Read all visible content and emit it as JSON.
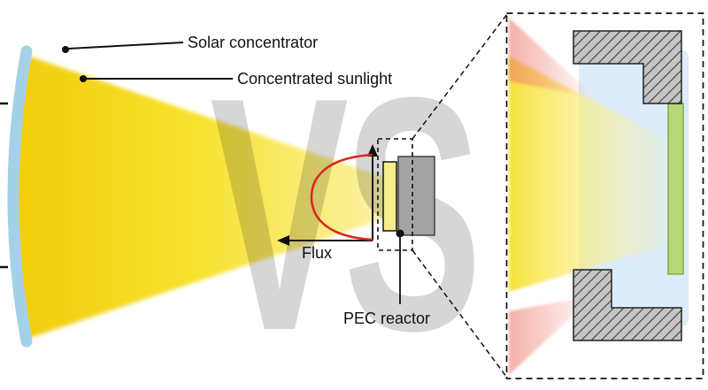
{
  "figure": {
    "labels": {
      "solar_concentrator": "Solar concentrator",
      "concentrated_sunlight": "Concentrated sunlight",
      "flux": "Flux",
      "pec_reactor": "PEC reactor"
    },
    "watermark": "VS",
    "colors": {
      "concentrator_blue": "#a5d1e8",
      "sunlight_deep": "#f2cd0e",
      "sunlight_bright": "#f7e22f",
      "sunlight_pale": "#fbf2a6",
      "flux_curve_red": "#d8281e",
      "axis_black": "#111111",
      "reactor_body_gray": "#a3a3a3",
      "reactor_window_yellow": "#f6ec8e",
      "electrolyte_blue": "#dcecfa",
      "electrode_green": "#b6d878",
      "electrode_border_green": "#86a94e",
      "stray_light_pink": "#ee7b6e",
      "watermark_gray": "#d6d6d6",
      "wall_hatch_gray": "#c4c4c4"
    }
  }
}
